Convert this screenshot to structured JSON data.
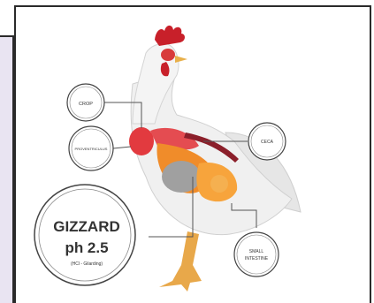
{
  "labels": {
    "crop": "CROP",
    "proventriculus": "PROVENTRICULUS",
    "ceca": "CECA",
    "gizzard_title": "GIZZARD",
    "gizzard_ph": "ph 2.5",
    "gizzard_note": "(HCl - Gilarding)",
    "small_intestine_1": "SMALL",
    "small_intestine_2": "INTESTINE"
  },
  "colors": {
    "crop": "#e23a3f",
    "proventriculus": "#e23a3f",
    "gizzard": "#f08c2a",
    "intestine": "#f7a43c",
    "ceca": "#8b1f2a",
    "comb": "#c8202a",
    "beak": "#e8b04a",
    "legs": "#e8a84a",
    "feathers": "#eeeeee"
  },
  "icons": [
    "rooster-illustration"
  ]
}
